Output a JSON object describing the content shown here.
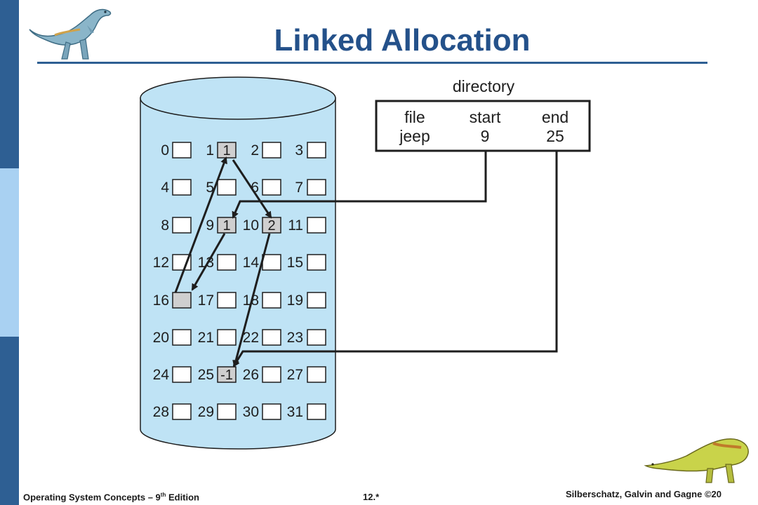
{
  "colors": {
    "sidebar_top": "#2e5f93",
    "sidebar_mid": "#a9d1f2",
    "sidebar_bottom": "#2e5f93",
    "title": "#24518a",
    "title_rule": "#2e5f93",
    "cylinder_fill": "#bfe3f5",
    "block_fill": "#ffffff",
    "block_used": "#cfcfcf"
  },
  "title": "Linked Allocation",
  "directory": {
    "caption": "directory",
    "headers": [
      "file",
      "start",
      "end"
    ],
    "row": [
      "jeep",
      "9",
      "25"
    ]
  },
  "blocks": [
    {
      "n": "0",
      "v": ""
    },
    {
      "n": "1",
      "v": "1"
    },
    {
      "n": "2",
      "v": ""
    },
    {
      "n": "3",
      "v": ""
    },
    {
      "n": "4",
      "v": ""
    },
    {
      "n": "5",
      "v": ""
    },
    {
      "n": "6",
      "v": ""
    },
    {
      "n": "7",
      "v": ""
    },
    {
      "n": "8",
      "v": ""
    },
    {
      "n": "9",
      "v": "1"
    },
    {
      "n": "10",
      "v": "2"
    },
    {
      "n": "11",
      "v": ""
    },
    {
      "n": "12",
      "v": ""
    },
    {
      "n": "13",
      "v": ""
    },
    {
      "n": "14",
      "v": ""
    },
    {
      "n": "15",
      "v": ""
    },
    {
      "n": "16",
      "v": "",
      "used": true
    },
    {
      "n": "17",
      "v": ""
    },
    {
      "n": "18",
      "v": ""
    },
    {
      "n": "19",
      "v": ""
    },
    {
      "n": "20",
      "v": ""
    },
    {
      "n": "21",
      "v": ""
    },
    {
      "n": "22",
      "v": ""
    },
    {
      "n": "23",
      "v": ""
    },
    {
      "n": "24",
      "v": ""
    },
    {
      "n": "25",
      "v": "-1"
    },
    {
      "n": "26",
      "v": ""
    },
    {
      "n": "27",
      "v": ""
    },
    {
      "n": "28",
      "v": ""
    },
    {
      "n": "29",
      "v": ""
    },
    {
      "n": "30",
      "v": ""
    },
    {
      "n": "31",
      "v": ""
    }
  ],
  "chain": [
    "9",
    "16",
    "1",
    "10",
    "25"
  ],
  "footer": {
    "left_main": "Operating System Concepts – 9",
    "left_sup": "th",
    "left_tail": " Edition",
    "middle": "12.*",
    "right": "Silberschatz, Galvin and Gagne ©20"
  }
}
